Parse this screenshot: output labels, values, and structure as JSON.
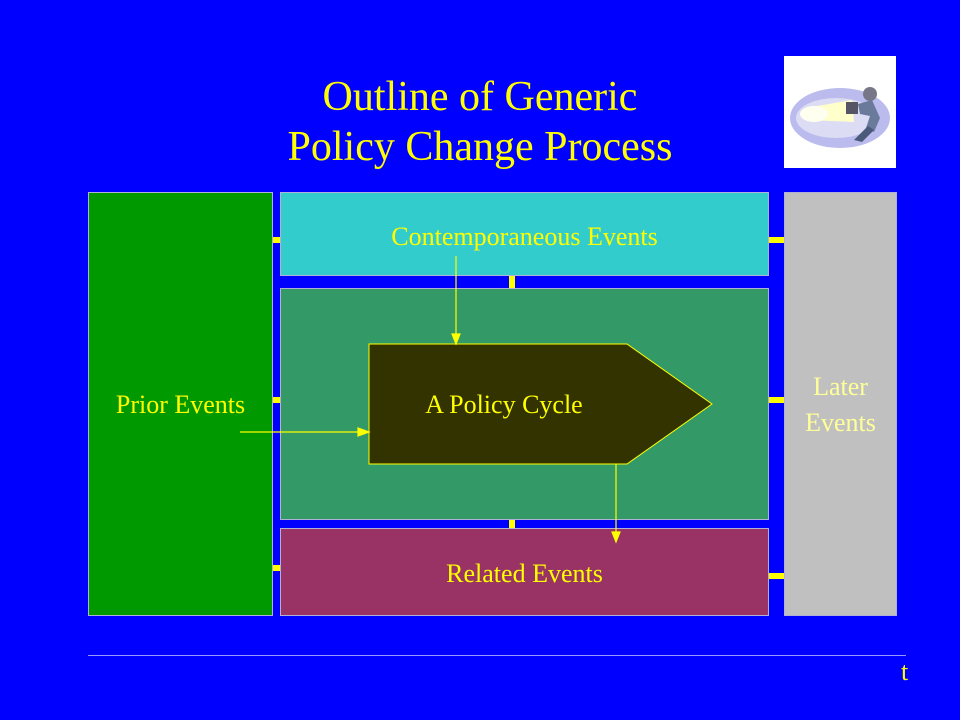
{
  "slide": {
    "title_line1": "Outline of Generic",
    "title_line2": "Policy Change Process"
  },
  "clipart": {
    "icon": "searchlight-person-icon"
  },
  "diagram": {
    "prior_events": "Prior Events",
    "contemporaneous_events": "Contemporaneous  Events",
    "policy_cycle": "A Policy Cycle",
    "later_events_line1": "Later",
    "later_events_line2": "Events",
    "related_events": "Related Events"
  },
  "time_axis": {
    "label": "t"
  },
  "colors": {
    "background": "#0000ff",
    "text": "#ffff00",
    "prior": "#009900",
    "contemporaneous": "#33cccc",
    "middle": "#339966",
    "policy_cycle": "#333300",
    "related": "#993366",
    "later": "#c0c0c0"
  }
}
